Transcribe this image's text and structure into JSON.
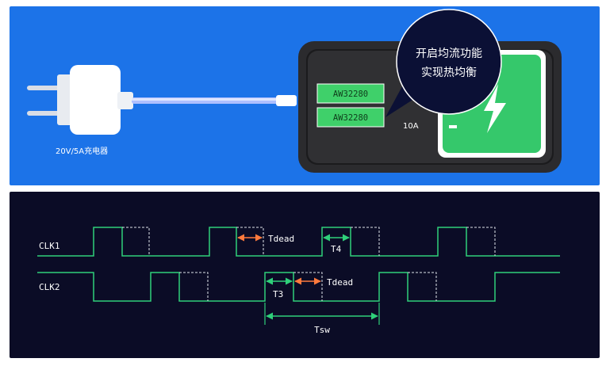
{
  "charger": {
    "label": "20V/5A充电器"
  },
  "bubble": {
    "line1": "开启均流功能",
    "line2": "实现热均衡"
  },
  "chips": [
    {
      "label": "AW32280"
    },
    {
      "label": "AW32280"
    }
  ],
  "current_label": "10A",
  "timing": {
    "clk1_label": "CLK1",
    "clk2_label": "CLK2",
    "tdead_label_1": "Tdead",
    "tdead_label_2": "Tdead",
    "t3_label": "T3",
    "t4_label": "T4",
    "tsw_label": "Tsw"
  },
  "colors": {
    "top_bg": "#1c73e8",
    "bottom_bg": "#0b0c26",
    "signal": "#2fd07a",
    "arrow_green": "#2fd07a",
    "arrow_orange": "#ff7a3d",
    "chip_fill": "#3fd06a",
    "battery": "#35c86b",
    "phone_body": "#2b2b2e"
  }
}
